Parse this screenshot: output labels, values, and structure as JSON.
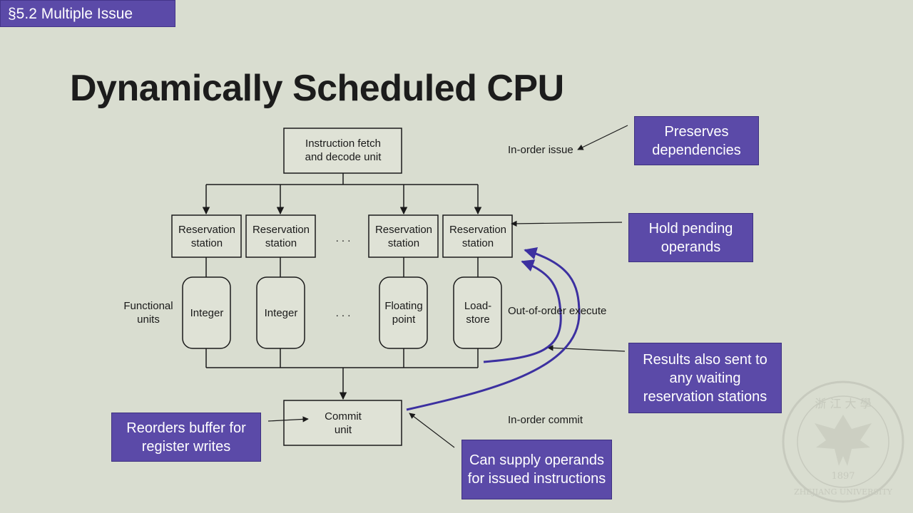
{
  "section": "§5.2 Multiple Issue",
  "title": "Dynamically Scheduled CPU",
  "diagram": {
    "fetch_unit": [
      "Instruction fetch",
      "and decode unit"
    ],
    "reservation_stations": [
      [
        "Reservation",
        "station"
      ],
      [
        "Reservation",
        "station"
      ],
      [
        "Reservation",
        "station"
      ],
      [
        "Reservation",
        "station"
      ]
    ],
    "functional_units": [
      [
        "Integer"
      ],
      [
        "Integer"
      ],
      [
        "Floating",
        "point"
      ],
      [
        "Load-",
        "store"
      ]
    ],
    "functional_units_label": [
      "Functional",
      "units"
    ],
    "ellipsis": ". . .",
    "commit_unit": [
      "Commit",
      "unit"
    ],
    "labels": {
      "in_order_issue": "In-order issue",
      "out_of_order_execute": "Out-of-order execute",
      "in_order_commit": "In-order commit"
    },
    "line_color": "#1a1a1a",
    "flow_color": "#3c30a0"
  },
  "callouts": {
    "preserves_dependencies": "Preserves dependencies",
    "hold_pending_operands": "Hold pending operands",
    "results_sent": "Results also sent to any waiting reservation stations",
    "reorders_buffer": "Reorders buffer for register writes",
    "supply_operands": "Can supply operands for issued instructions"
  },
  "colors": {
    "accent": "#5b4aa8",
    "background": "#d9ddd0"
  },
  "watermark": {
    "text_top": "浙 江 大 學",
    "year": "1897",
    "text_bottom": "ZHEJIANG UNIVERSITY"
  }
}
